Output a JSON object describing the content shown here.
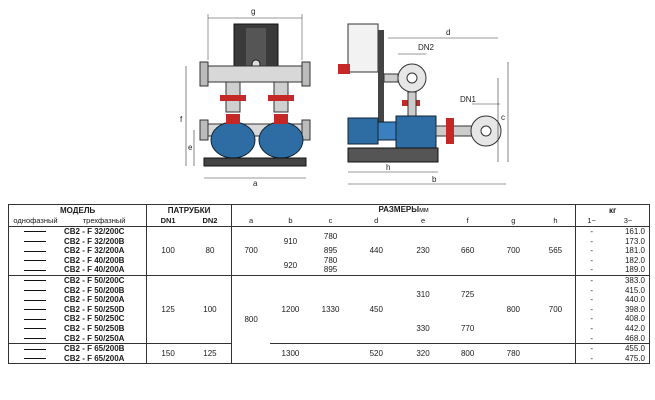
{
  "drawing": {
    "front_dims": {
      "g": "g",
      "a": "a",
      "e": "e",
      "f": "f"
    },
    "side_dims": {
      "d": "d",
      "DN2": "DN2",
      "DN1": "DN1",
      "c": "c",
      "h": "h",
      "b": "b"
    }
  },
  "table": {
    "headers": {
      "model": "МОДЕЛЬ",
      "single_phase": "однофазный",
      "three_phase": "трехфазный",
      "ports": "ПАТРУБКИ",
      "dn1": "DN1",
      "dn2": "DN2",
      "dims": "РАЗМЕРЫ",
      "dims_unit": "мм",
      "a": "a",
      "b": "b",
      "c": "c",
      "d": "d",
      "e": "e",
      "f": "f",
      "g": "g",
      "h": "h",
      "kg": "кг",
      "kg1": "1~",
      "kg3": "3~"
    },
    "rows": [
      {
        "model": "CB2 - F 32/200C",
        "w1": "-",
        "w3": "161.0"
      },
      {
        "model": "CB2 - F 32/200B",
        "w1": "-",
        "w3": "173.0"
      },
      {
        "model": "CB2 - F 32/200A",
        "w1": "-",
        "w3": "181.0"
      },
      {
        "model": "CB2 - F 40/200B",
        "w1": "-",
        "w3": "182.0"
      },
      {
        "model": "CB2 - F 40/200A",
        "w1": "-",
        "w3": "189.0"
      },
      {
        "model": "CB2 - F 50/200C",
        "w1": "-",
        "w3": "383.0"
      },
      {
        "model": "CB2 - F 50/200B",
        "w1": "-",
        "w3": "415.0"
      },
      {
        "model": "CB2 - F 50/200A",
        "w1": "-",
        "w3": "440.0"
      },
      {
        "model": "CB2 - F 50/250D",
        "w1": "-",
        "w3": "398.0"
      },
      {
        "model": "CB2 - F 50/250C",
        "w1": "-",
        "w3": "408.0"
      },
      {
        "model": "CB2 - F 50/250B",
        "w1": "-",
        "w3": "442.0"
      },
      {
        "model": "CB2 - F 50/250A",
        "w1": "-",
        "w3": "468.0"
      },
      {
        "model": "CB2 - F 65/200B",
        "w1": "-",
        "w3": "455.0"
      },
      {
        "model": "CB2 - F 65/200A",
        "w1": "-",
        "w3": "475.0"
      }
    ],
    "groups": {
      "g1": {
        "dn1": "100",
        "dn2": "80",
        "a": "700",
        "d": "440",
        "e": "230",
        "f": "660",
        "g": "700",
        "h": "565",
        "b1": "910",
        "b2": "920",
        "c1": "780",
        "c2": "895",
        "c3": "780",
        "c4": "895"
      },
      "g2": {
        "dn1": "125",
        "dn2": "100",
        "a": "800",
        "b": "1200",
        "c": "1330",
        "d": "450",
        "e1": "310",
        "e2": "330",
        "f1": "725",
        "f2": "770",
        "g": "800",
        "h": "700"
      },
      "g3": {
        "dn1": "150",
        "dn2": "125",
        "b": "1300",
        "d": "520",
        "e": "320",
        "f": "800",
        "g": "780"
      }
    }
  }
}
